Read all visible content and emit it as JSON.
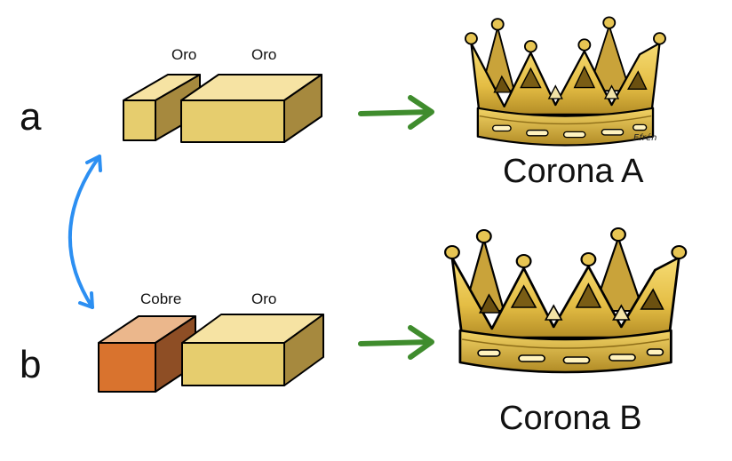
{
  "rows": {
    "a": {
      "letter": "a",
      "block_left_label": "Oro",
      "block_right_label": "Oro",
      "crown_title": "Corona A"
    },
    "b": {
      "letter": "b",
      "block_left_label": "Cobre",
      "block_right_label": "Oro",
      "crown_title": "Corona B"
    }
  },
  "signature": "Efrén",
  "colors": {
    "gold_top": "#f6e3a3",
    "gold_front": "#e6cd6e",
    "gold_side": "#a6893e",
    "copper_top": "#ebb78c",
    "copper_front": "#d9732e",
    "copper_side": "#8e4e25",
    "green_arrow": "#3f8c2d",
    "blue_arrow": "#2c8ff2",
    "crown_gold": "#e9c64b",
    "crown_dark": "#9b7a1c"
  },
  "icons": {
    "swap_arrow": "double-headed-curved-arrow-icon",
    "transform_arrow": "right-arrow-icon",
    "crown": "crown-icon"
  }
}
